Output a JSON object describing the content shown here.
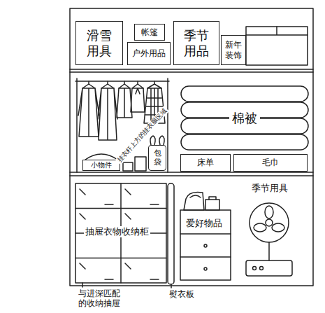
{
  "diagram": {
    "nodes": [
      {
        "text": [
          "滑雪用具"
        ]
      },
      {
        "text": [
          "帐篷"
        ]
      },
      {
        "text": [
          "户外用品"
        ]
      },
      {
        "text": [
          "季节用品"
        ]
      },
      {
        "text": [
          "新年装饰"
        ]
      },
      {
        "text": [
          "小物件"
        ]
      },
      {
        "text": [
          "包袋"
        ]
      },
      {
        "text": [
          "棉被"
        ]
      },
      {
        "text": [
          "床单"
        ]
      },
      {
        "text": [
          "毛巾"
        ]
      }
    ],
    "labels": [
      "挂衣杆上方的挂衣服区域",
      "抽屉衣物收纳柜",
      "爱好物品",
      "季节用具",
      "熨衣板",
      "与进深匹配的收纳抽屉"
    ]
  }
}
